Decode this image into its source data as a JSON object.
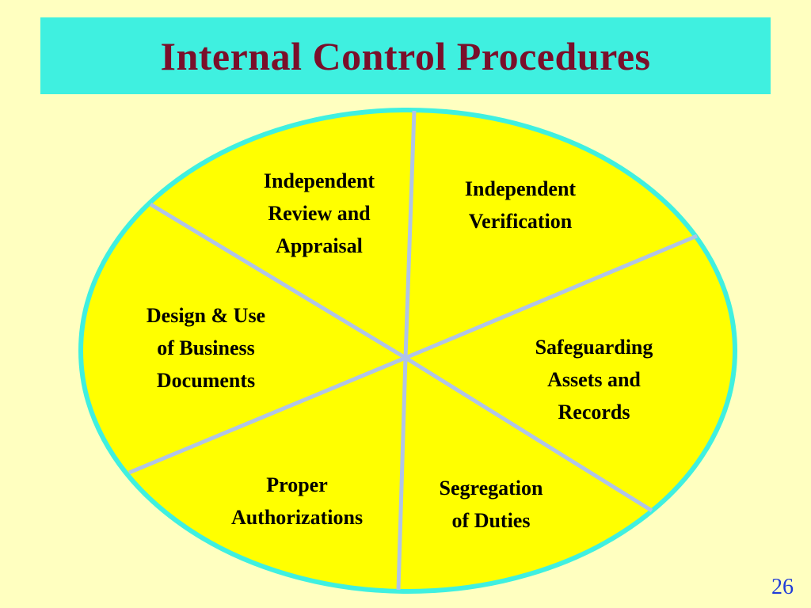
{
  "slide": {
    "title": "Internal Control Procedures",
    "page_number": "26"
  },
  "diagram": {
    "segments": [
      {
        "label": "Independent\nReview and\nAppraisal"
      },
      {
        "label": "Independent\nVerification"
      },
      {
        "label": "Safeguarding\nAssets and\nRecords"
      },
      {
        "label": "Segregation\nof Duties"
      },
      {
        "label": "Proper\nAuthorizations"
      },
      {
        "label": "Design & Use\nof Business\nDocuments"
      }
    ]
  },
  "colors": {
    "background": "#ffffc0",
    "title_bar": "#3ff0e0",
    "title_text": "#7a0f2a",
    "ellipse_fill": "#ffff00",
    "ellipse_border": "#3ff0e0",
    "divider_lines": "#b0c4e8",
    "page_number": "#1f3cd8"
  }
}
